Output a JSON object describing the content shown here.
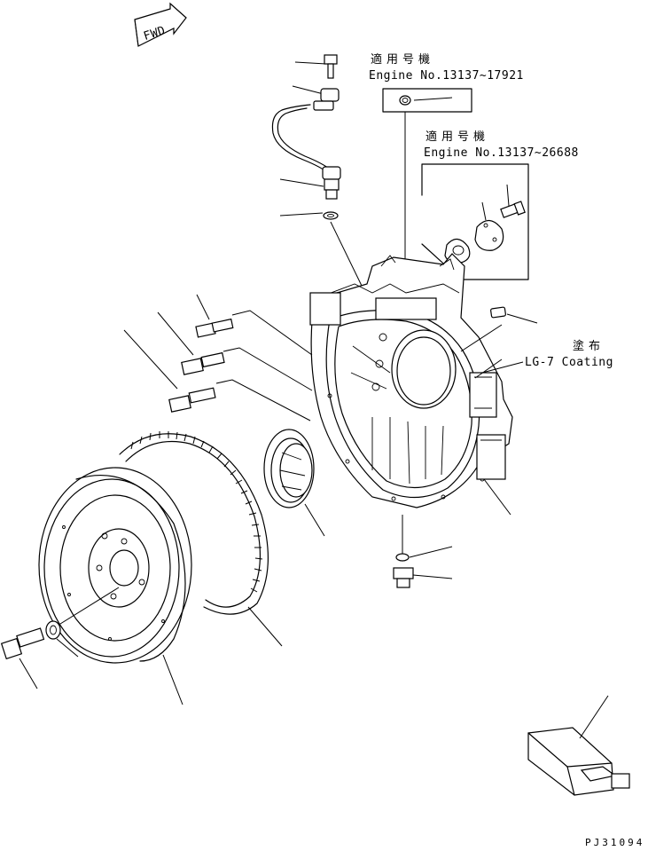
{
  "fwd_arrow": {
    "label": "FWD"
  },
  "note_1": {
    "heading": "適用号機",
    "engine_range": "Engine No.13137~17921"
  },
  "note_2": {
    "heading": "適用号機",
    "engine_range": "Engine No.13137~26688"
  },
  "coating_note": {
    "heading": "塗布",
    "text": "LG-7 Coating"
  },
  "drawing_code": "PJ31094"
}
